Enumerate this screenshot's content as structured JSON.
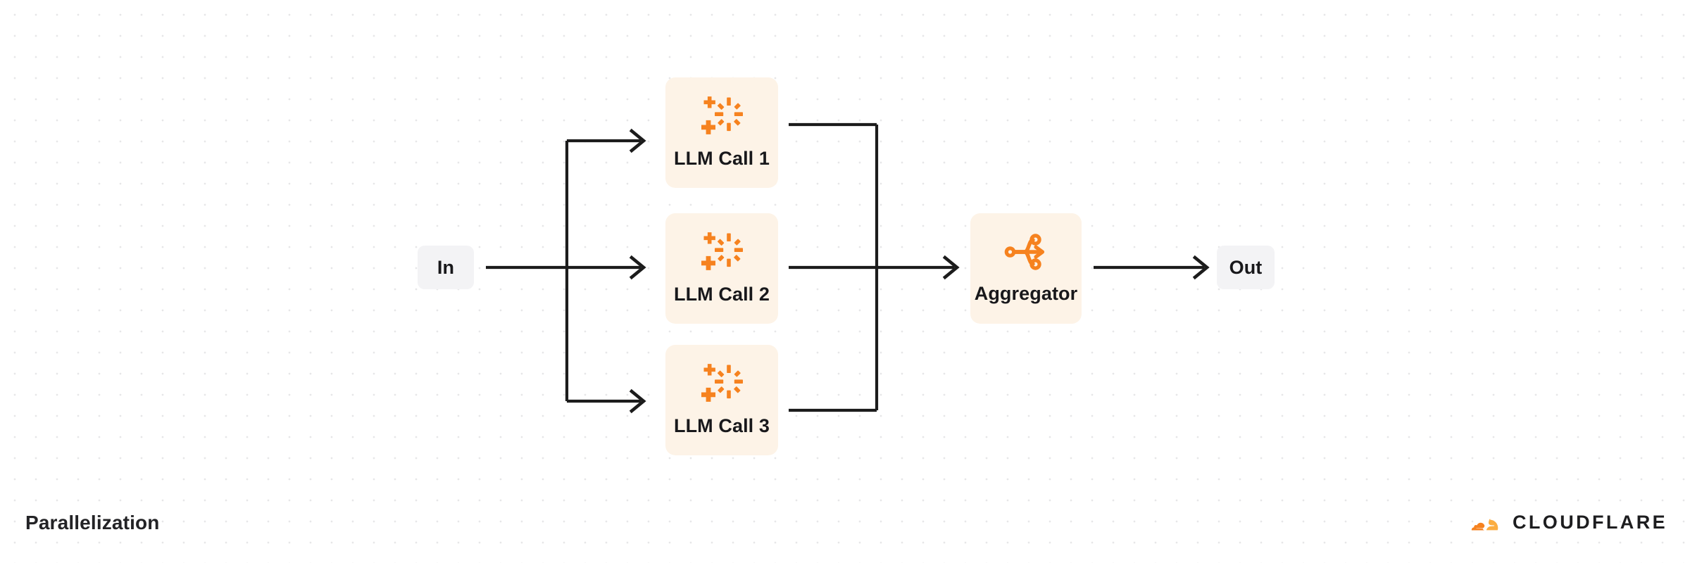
{
  "diagram": {
    "title": "Parallelization",
    "type": "workflow-flowchart",
    "accent_color": "#F6821F",
    "node_fill_llm": "#FDF3E7",
    "node_fill_terminal": "#F3F3F5",
    "connector_color": "#1C1C1C",
    "background_color": "#FFFFFF",
    "grid_dot_color": "#E6E6E8",
    "nodes": [
      {
        "id": "in",
        "label": "In",
        "kind": "terminal",
        "icon": "none"
      },
      {
        "id": "llm1",
        "label": "LLM Call 1",
        "kind": "llm",
        "icon": "ai-sparkle-icon"
      },
      {
        "id": "llm2",
        "label": "LLM Call 2",
        "kind": "llm",
        "icon": "ai-sparkle-icon"
      },
      {
        "id": "llm3",
        "label": "LLM Call 3",
        "kind": "llm",
        "icon": "ai-sparkle-icon"
      },
      {
        "id": "aggregator",
        "label": "Aggregator",
        "kind": "process",
        "icon": "aggregate-merge-icon"
      },
      {
        "id": "out",
        "label": "Out",
        "kind": "terminal",
        "icon": "none"
      }
    ],
    "edges": [
      {
        "from": "in",
        "to": "llm1",
        "style": "orthogonal-arrow"
      },
      {
        "from": "in",
        "to": "llm2",
        "style": "orthogonal-arrow"
      },
      {
        "from": "in",
        "to": "llm3",
        "style": "orthogonal-arrow"
      },
      {
        "from": "llm1",
        "to": "aggregator",
        "style": "orthogonal-arrow"
      },
      {
        "from": "llm2",
        "to": "aggregator",
        "style": "orthogonal-arrow"
      },
      {
        "from": "llm3",
        "to": "aggregator",
        "style": "orthogonal-arrow"
      },
      {
        "from": "aggregator",
        "to": "out",
        "style": "straight-arrow"
      }
    ]
  },
  "brand": {
    "name": "CLOUDFLARE",
    "logo_icon": "cloudflare-cloud-logo",
    "logo_color_primary": "#F6821F",
    "logo_color_secondary": "#FBAD41"
  }
}
